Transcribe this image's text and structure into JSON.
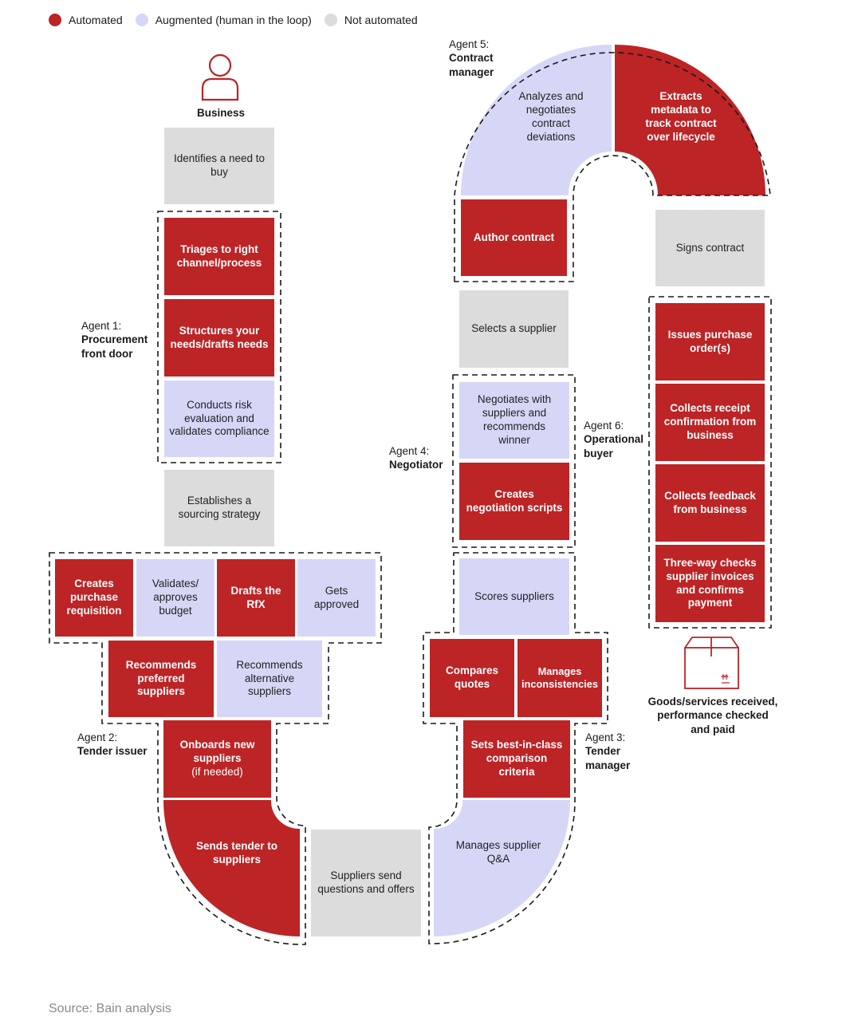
{
  "legend": {
    "automated": {
      "label": "Automated",
      "color": "#bc2426"
    },
    "augmented": {
      "label": "Augmented (human in the loop)",
      "color": "#d6d7f7"
    },
    "not_automated": {
      "label": "Not automated",
      "color": "#dcdcdc"
    }
  },
  "business": {
    "label": "Business",
    "icon": "person-icon"
  },
  "steps": {
    "identifies_need": "Identifies a need to buy",
    "triages": "Triages to right channel/process",
    "structures": "Structures your needs/drafts needs",
    "risk": "Conducts risk evaluation and validates compliance",
    "strategy": "Establishes a sourcing strategy",
    "requisition": "Creates purchase requisition",
    "budget": "Validates/ approves budget",
    "rfx": "Drafts the RfX",
    "approved": "Gets approved",
    "preferred": "Recommends preferred suppliers",
    "alternative": "Recommends alternative suppliers",
    "onboards": "Onboards new suppliers",
    "onboards_note": "(if needed)",
    "sends_tender": "Sends tender to suppliers",
    "suppliers_send": "Suppliers send questions and offers",
    "qa": "Manages supplier Q&A",
    "criteria": "Sets best-in-class comparison criteria",
    "compares": "Compares quotes",
    "inconsistencies": "Manages inconsistencies",
    "scores": "Scores suppliers",
    "scripts": "Creates negotiation scripts",
    "negotiates": "Negotiates with suppliers and recommends winner",
    "selects": "Selects a supplier",
    "author": "Author contract",
    "analyzes": "Analyzes and negotiates contract deviations",
    "extracts": "Extracts metadata to track contract over lifecycle",
    "signs": "Signs contract",
    "po": "Issues purchase order(s)",
    "receipt": "Collects receipt confirmation from business",
    "feedback": "Collects feedback from business",
    "threeway": "Three-way checks supplier invoices and confirms payment"
  },
  "agents": {
    "a1": {
      "prefix": "Agent 1:",
      "name": "Procurement front door"
    },
    "a2": {
      "prefix": "Agent 2:",
      "name": "Tender issuer"
    },
    "a3": {
      "prefix": "Agent 3:",
      "name": "Tender manager"
    },
    "a4": {
      "prefix": "Agent 4:",
      "name": "Negotiator"
    },
    "a5": {
      "prefix": "Agent 5:",
      "name": "Contract manager"
    },
    "a6": {
      "prefix": "Agent 6:",
      "name": "Operational buyer"
    }
  },
  "goods": {
    "label": "Goods/services received, performance checked and paid",
    "icon": "package-box-icon"
  },
  "source": "Source: Bain analysis"
}
